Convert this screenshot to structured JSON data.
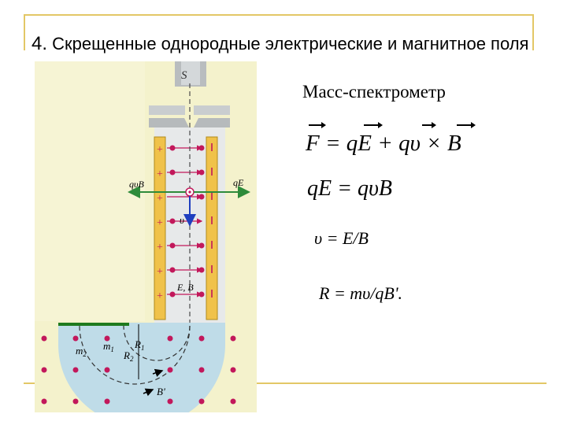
{
  "slide": {
    "number": "4.",
    "title": "Скрещенные однородные электрические и магнитное поля"
  },
  "diagram": {
    "label_S": "S",
    "label_qvB": "qυB",
    "label_qE": "qE",
    "label_v": "υ",
    "label_EB": "E, B",
    "label_R1": "R",
    "label_R1_sub": "1",
    "label_R2": "R",
    "label_R2_sub": "2",
    "label_m1": "m",
    "label_m1_sub": "1",
    "label_m2": "m",
    "label_m2_sub": "2",
    "label_Bprime": "B'",
    "colors": {
      "background": "#f4f2cc",
      "plates": "#f0c24a",
      "field_arrows": "#c2185b",
      "velocity_arrow": "#1f3fbf",
      "force_arrow": "#2e8b3a",
      "detector": "#1e7a1e",
      "chamber": "#bfdce8"
    }
  },
  "right": {
    "spectrometer": "Масс-спектрометр",
    "formula_force": "F = qE + qυ × B",
    "formula_balance": "qE = qυB",
    "formula_speed": "υ = E/B",
    "formula_radius": "R = mυ/qB'."
  }
}
